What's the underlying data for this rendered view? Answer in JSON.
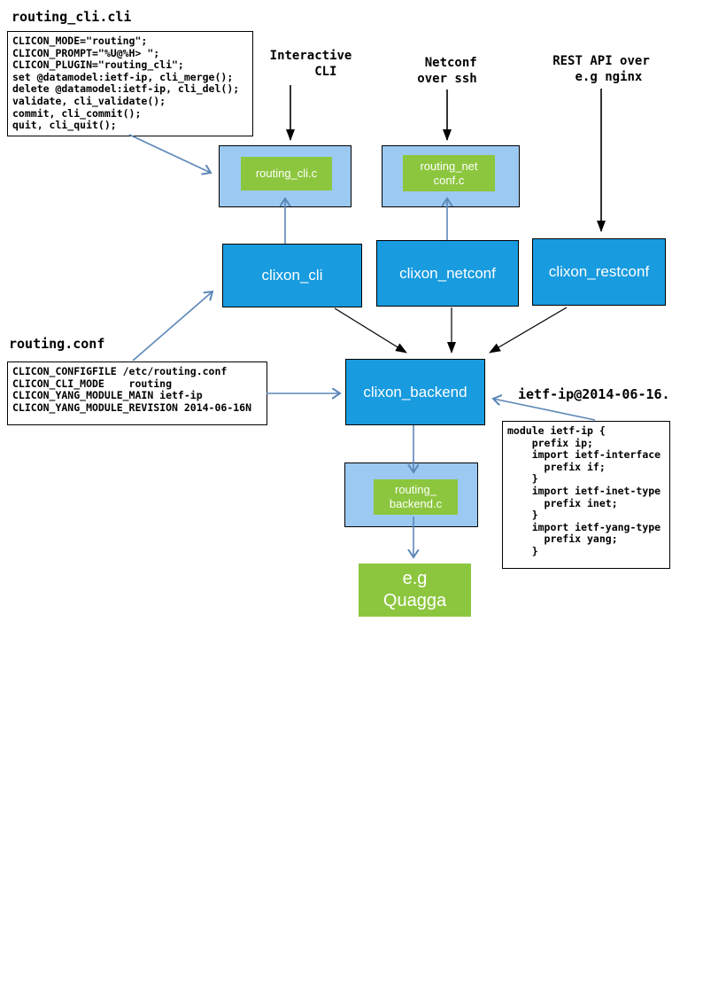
{
  "palette": {
    "daemon_blue": "#189bdf",
    "plugin_light_blue": "#9cc9f2",
    "green": "#8cc63e",
    "arrow_blue": "#5b87b8",
    "arrow_black": "#000000"
  },
  "cli_file": {
    "title": "routing_cli.cli",
    "code": "CLICON_MODE=\"routing\";\nCLICON_PROMPT=\"%U@%H> \";\nCLICON_PLUGIN=\"routing_cli\";\nset @datamodel:ietf-ip, cli_merge();\ndelete @datamodel:ietf-ip, cli_del();\nvalidate, cli_validate();\ncommit, cli_commit();\nquit, cli_quit();"
  },
  "conf_file": {
    "title": "routing.conf",
    "code": "CLICON_CONFIGFILE /etc/routing.conf\nCLICON_CLI_MODE    routing\nCLICON_YANG_MODULE_MAIN ietf-ip\nCLICON_YANG_MODULE_REVISION 2014-06-16N"
  },
  "yang": {
    "label": "ietf-ip@2014-06-16.",
    "code": "module ietf-ip {\n    prefix ip;\n    import ietf-interface\n      prefix if;\n    }\n    import ietf-inet-type\n      prefix inet;\n    }\n    import ietf-yang-type\n      prefix yang;\n    }"
  },
  "access_labels": {
    "cli": "Interactive\n    CLI",
    "netconf": " Netconf\nover ssh",
    "restconf": "REST API over\n  e.g nginx"
  },
  "plugins": {
    "cli": "routing_cli.c",
    "netconf": "routing_net\nconf.c",
    "backend": "routing_\nbackend.c"
  },
  "daemons": {
    "cli": "clixon_cli",
    "netconf": "clixon_netconf",
    "restconf": "clixon_restconf",
    "backend": "clixon_backend"
  },
  "external": {
    "quagga": "e.g\nQuagga"
  }
}
